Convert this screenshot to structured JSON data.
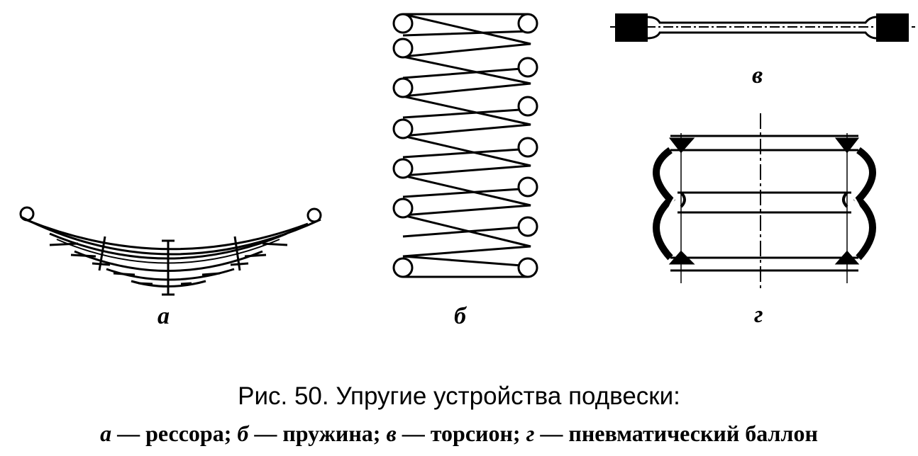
{
  "figure": {
    "labels": {
      "a": "а",
      "b": "б",
      "v": "в",
      "g": "г"
    },
    "caption_title": "Рис. 50. Упругие устройства подвески:",
    "legend": [
      {
        "letter": "а",
        "text": "рессора"
      },
      {
        "letter": "б",
        "text": "пружина"
      },
      {
        "letter": "в",
        "text": "торсион"
      },
      {
        "letter": "г",
        "text": "пневматический баллон"
      }
    ],
    "legend_separator": " — ",
    "legend_delimiter": "; "
  }
}
